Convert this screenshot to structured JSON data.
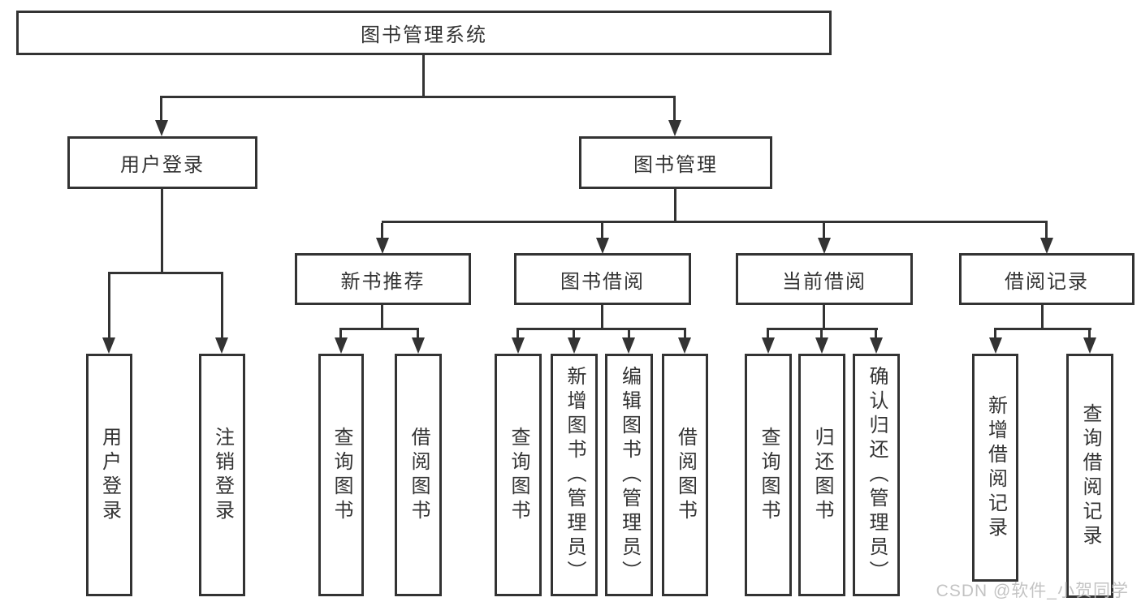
{
  "diagram": {
    "root": {
      "label": "图书管理系统"
    },
    "level2": {
      "user_login": {
        "label": "用户登录",
        "children": [
          "用户登录",
          "注销登录"
        ]
      },
      "book_mgmt": {
        "label": "图书管理"
      }
    },
    "level3": {
      "new_book_rec": {
        "label": "新书推荐",
        "children": [
          "查询图书",
          "借阅图书"
        ]
      },
      "book_borrow": {
        "label": "图书借阅",
        "children": [
          "查询图书",
          "新增图书（管理员）",
          "编辑图书（管理员）",
          "借阅图书"
        ]
      },
      "current_borrow": {
        "label": "当前借阅",
        "children": [
          "查询图书",
          "归还图书",
          "确认归还（管理员）"
        ]
      },
      "borrow_record": {
        "label": "借阅记录",
        "children": [
          "新增借阅记录",
          "查询借阅记录"
        ]
      }
    },
    "watermark": "CSDN @软件_小贺同学",
    "colors": {
      "line": "#333333",
      "text": "#333333",
      "watermark": "#bdbdbd",
      "background": "#ffffff"
    }
  }
}
